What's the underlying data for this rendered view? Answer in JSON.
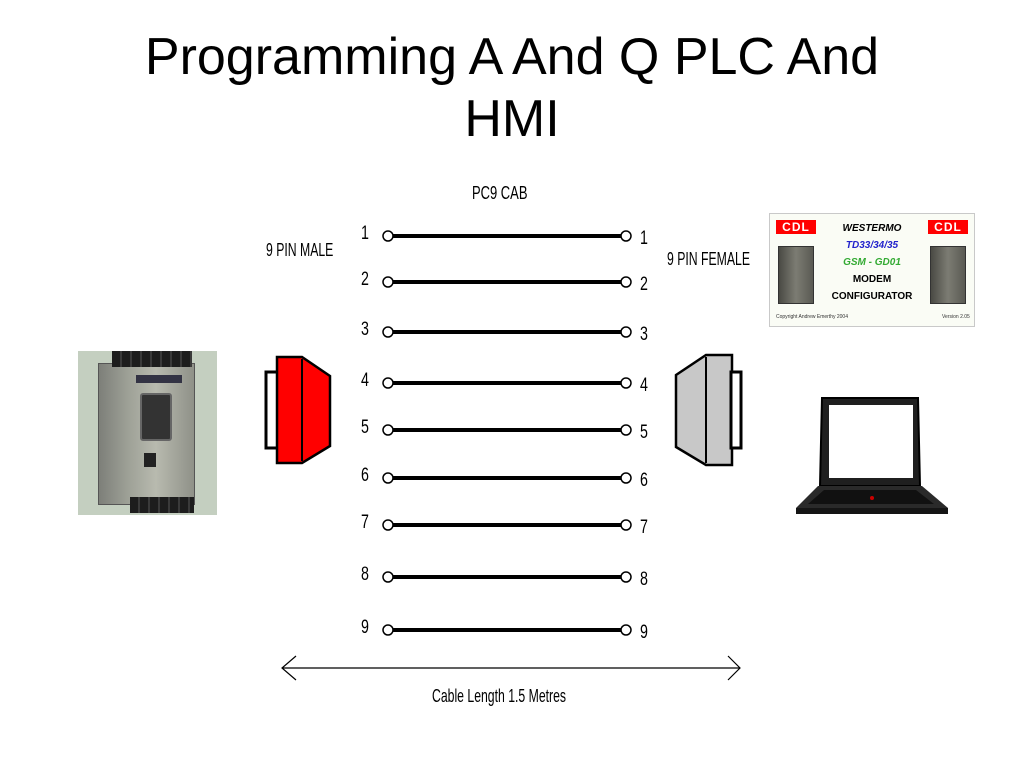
{
  "slide": {
    "title_line1": "Programming A And Q PLC And",
    "title_line2": "HMI"
  },
  "diagram": {
    "cable_title": "PC9 CAB",
    "left_connector_label": "9 PIN MALE",
    "right_connector_label": "9 PIN FEMALE",
    "cable_length_label": "Cable Length 1.5 Metres",
    "pins": [
      "1",
      "2",
      "3",
      "4",
      "5",
      "6",
      "7",
      "8",
      "9"
    ],
    "colors": {
      "male_connector": "#ff0000",
      "female_connector": "#c8c8c8",
      "wire": "#000000"
    }
  },
  "configurator": {
    "brand_left": "CDL",
    "brand_right": "CDL",
    "line1": "WESTERMO",
    "line2": "TD33/34/35",
    "line3": "GSM - GD01",
    "line4": "MODEM",
    "line5": "CONFIGURATOR",
    "copyright": "Copyright Andrew Emerthy 2004",
    "version": "Version 2.05",
    "colors": {
      "brand": "#ff0000",
      "line2": "#2222cc",
      "line3": "#33aa33"
    }
  },
  "icons": {
    "plc": "plc-device-icon",
    "laptop": "laptop-icon",
    "male_plug": "db9-male-connector-icon",
    "female_plug": "db9-female-connector-icon"
  }
}
